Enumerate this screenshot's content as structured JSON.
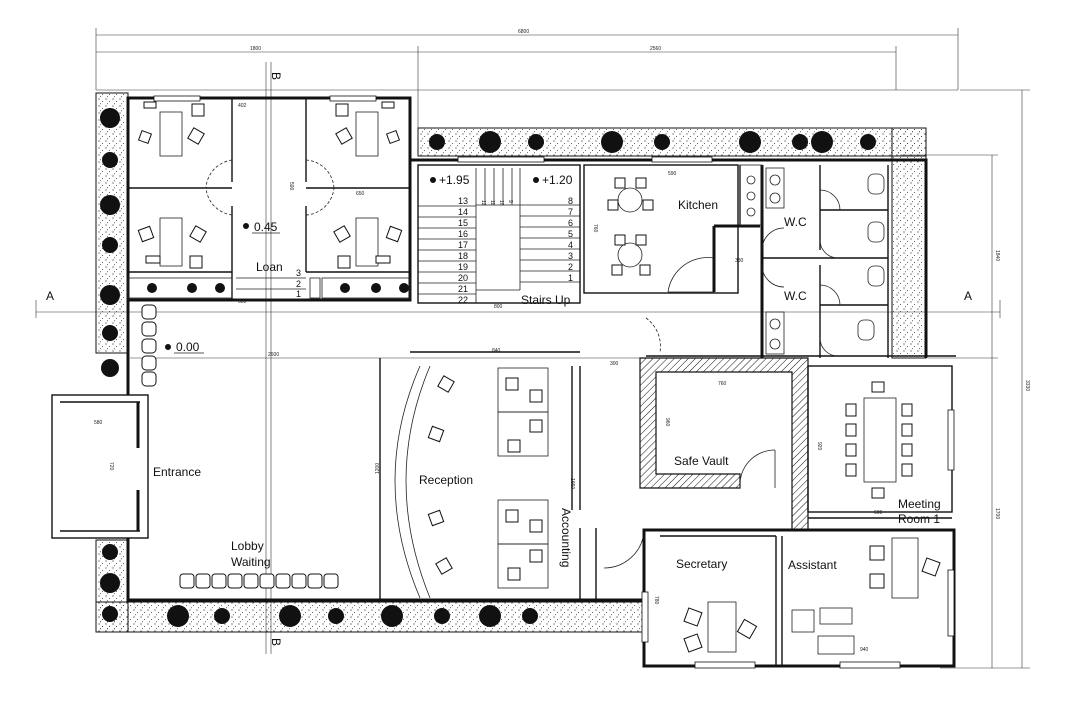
{
  "rooms": {
    "loan": "Loan",
    "stairs": "Stairs Up",
    "kitchen": "Kitchen",
    "wc_top": "W.C",
    "wc_bottom": "W.C",
    "entrance": "Entrance",
    "lobby_line1": "Lobby",
    "lobby_line2": "Waiting",
    "reception": "Reception",
    "accounting": "Accounting",
    "safe_vault": "Safe Vault",
    "meeting_line1": "Meeting",
    "meeting_line2": "Room 1",
    "secretary": "Secretary",
    "assistant": "Assistant"
  },
  "levels": {
    "loan_level": "0.45",
    "entrance_level": "0.00",
    "stair_left_level": "+1.95",
    "stair_right_level": "+1.20"
  },
  "section_marks": {
    "a_left": "A",
    "a_right": "A",
    "b_top": "B",
    "b_bottom": "B"
  },
  "stair_steps_left": [
    "13",
    "14",
    "15",
    "16",
    "17",
    "18",
    "19",
    "20",
    "21",
    "22"
  ],
  "stair_steps_right": [
    "8",
    "7",
    "6",
    "5",
    "4",
    "3",
    "2",
    "1"
  ],
  "stair_top_small": [
    "12",
    "11",
    "10",
    "9"
  ],
  "loan_steps": [
    "3",
    "2",
    "1"
  ],
  "dimensions": {
    "overall_width": "6800",
    "left_width": "1800",
    "right_width": "2560",
    "overall_height": "3330",
    "right_height_top": "1840",
    "right_height_bottom": "1700",
    "lobby_width": "2600",
    "reception_width": "840",
    "corridor": "300",
    "vault_width": "760",
    "vault_height": "960",
    "reception_height": "1200",
    "accounting_height": "1650",
    "entrance_depth": "580",
    "entrance_width": "720",
    "office_top": "402",
    "office_mid": "590",
    "office_left": "650",
    "loan_bottom": "600",
    "stair_width": "800",
    "kitchen_width": "590",
    "kitchen_height": "760",
    "wc_corridor": "330",
    "meeting_height": "920",
    "meeting_width": "600",
    "assistant_width": "940",
    "secretary_height": "780"
  }
}
